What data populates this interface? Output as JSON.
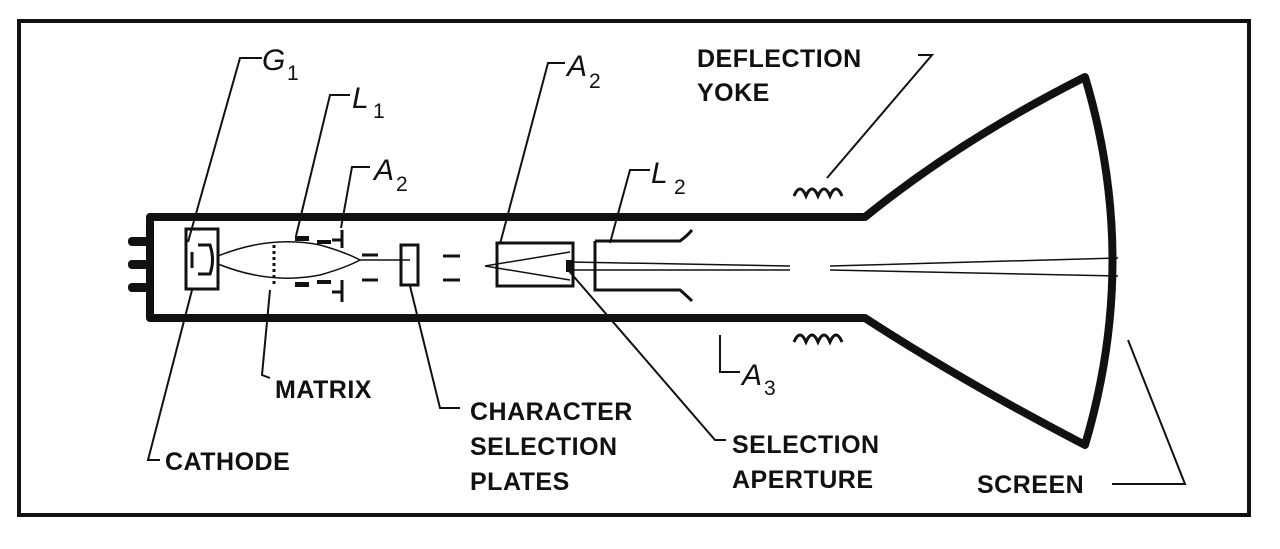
{
  "labels": {
    "g1": {
      "main": "G",
      "sub": "1"
    },
    "l1": {
      "main": "L",
      "sub": "1"
    },
    "a2_left": {
      "main": "A",
      "sub": "2"
    },
    "a2_right": {
      "main": "A",
      "sub": "2"
    },
    "l2": {
      "main": "L",
      "sub": "2"
    },
    "a3": {
      "main": "A",
      "sub": "3"
    },
    "deflection_yoke": [
      "DEFLECTION",
      "YOKE"
    ],
    "matrix": "MATRIX",
    "cathode": "CATHODE",
    "character_selection_plates": [
      "CHARACTER",
      "SELECTION",
      "PLATES"
    ],
    "selection_aperture": [
      "SELECTION",
      "APERTURE"
    ],
    "screen": "SCREEN"
  },
  "colors": {
    "ink": "#111111",
    "background": "#ffffff"
  }
}
